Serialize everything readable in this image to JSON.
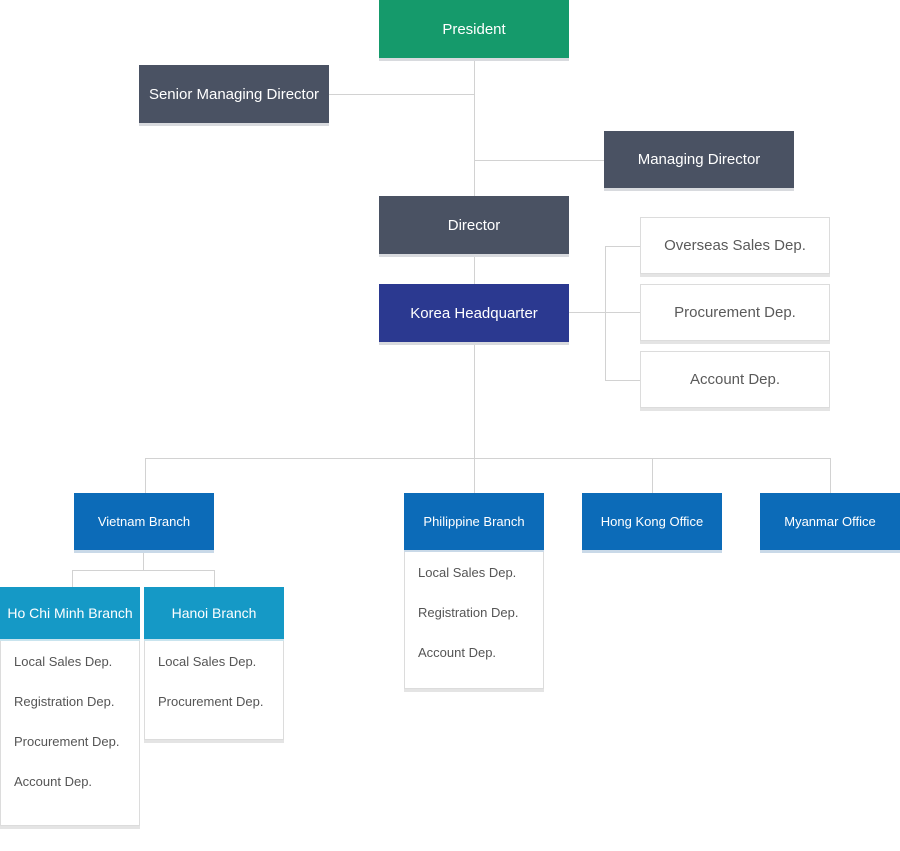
{
  "executives": {
    "president": "President",
    "senior_managing_director": "Senior Managing Director",
    "managing_director": "Managing Director",
    "director": "Director"
  },
  "headquarter": {
    "label": "Korea Headquarter",
    "departments": [
      "Overseas Sales Dep.",
      "Procurement Dep.",
      "Account Dep."
    ]
  },
  "branches": {
    "vietnam": {
      "label": "Vietnam Branch",
      "sub_branches": [
        {
          "label": "Ho Chi Minh Branch",
          "departments": [
            "Local Sales Dep.",
            "Registration Dep.",
            "Procurement Dep.",
            "Account Dep."
          ]
        },
        {
          "label": "Hanoi Branch",
          "departments": [
            "Local Sales Dep.",
            "Procurement Dep."
          ]
        }
      ]
    },
    "philippine": {
      "label": "Philippine Branch",
      "departments": [
        "Local Sales Dep.",
        "Registration Dep.",
        "Account Dep."
      ]
    },
    "hong_kong": {
      "label": "Hong Kong Office"
    },
    "myanmar": {
      "label": "Myanmar Office"
    }
  },
  "colors": {
    "president": "#159a6b",
    "executive": "#4a5263",
    "headquarter": "#2b3990",
    "branch": "#0c6bb8",
    "sub_branch": "#1599c6",
    "connector": "#d2d2d2"
  }
}
